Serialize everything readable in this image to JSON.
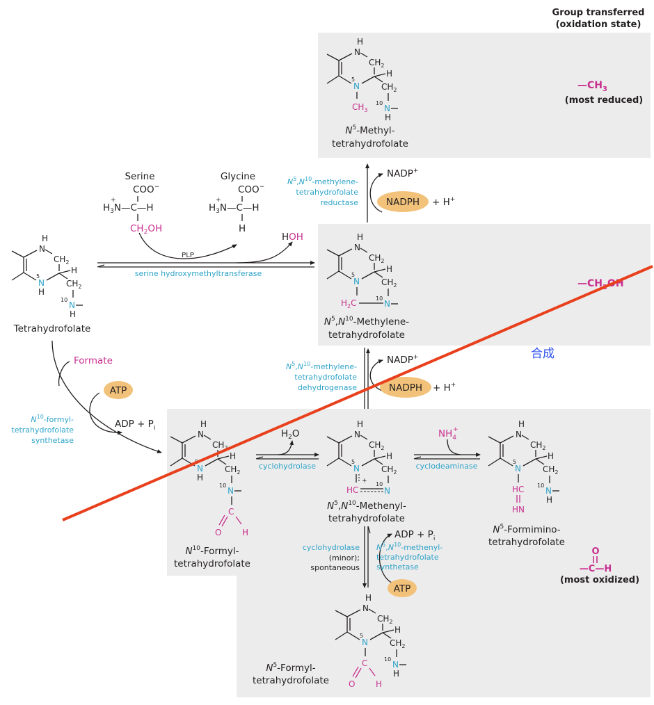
{
  "header": {
    "column_title_line1": "Group transferred",
    "column_title_line2": "(oxidation state)"
  },
  "groups": {
    "methyl": {
      "formula": "—CH3",
      "formula_main": "—CH",
      "formula_sub": "3",
      "state": "(most reduced)"
    },
    "hydroxymethyl": {
      "formula_main": "—CH",
      "formula_sub": "2",
      "formula_tail": "OH"
    },
    "formyl": {
      "o": "O",
      "c": "—C—H",
      "state": "(most oxidized)"
    }
  },
  "compounds": {
    "thf": {
      "name": "Tetrahydrofolate"
    },
    "methyl_thf": {
      "prefix": "N",
      "sup": "5",
      "name1": "-Methyl-",
      "name2": "tetrahydrofolate"
    },
    "methylene_thf": {
      "prefix1": "N",
      "sup1": "5",
      "prefix2": ",N",
      "sup2": "10",
      "name1": "-Methylene-",
      "name2": "tetrahydrofolate"
    },
    "methenyl_thf": {
      "prefix1": "N",
      "sup1": "5",
      "prefix2": ",N",
      "sup2": "10",
      "name1": "-Methenyl-",
      "name2": "tetrahydrofolate"
    },
    "formyl10_thf": {
      "prefix": "N",
      "sup": "10",
      "name1": "-Formyl-",
      "name2": "tetrahydrofolate"
    },
    "formimino_thf": {
      "prefix": "N",
      "sup": "5",
      "name1": "-Formimino-",
      "name2": "tetrahydrofolate"
    },
    "formyl5_thf": {
      "prefix": "N",
      "sup": "5",
      "name1": "-Formyl-",
      "name2": "tetrahydrofolate"
    }
  },
  "reactants": {
    "serine": "Serine",
    "glycine": "Glycine",
    "coo": "COO",
    "hoh_h": "H",
    "hoh_oh": "OH",
    "plp": "PLP",
    "formate": "Formate",
    "atp": "ATP",
    "adp_pi": "ADP + P",
    "pi_sub": "i",
    "nadp": "NADP",
    "nadph": "NADPH",
    "h_plus": "+ H",
    "h2o": "H2O",
    "nh4": "NH",
    "nh4_sub": "4",
    "plus": "+"
  },
  "enzymes": {
    "shmt": "serine hydroxymethyltransferase",
    "reductase": {
      "line1_suffix": "-methylene-",
      "line2": "tetrahydrofolate",
      "line3": "reductase"
    },
    "dehydrogenase": {
      "line1_suffix": "-methylene-",
      "line2": "tetrahydrofolate",
      "line3": "dehydrogenase"
    },
    "formyl_synthetase": {
      "line1_suffix": "-formyl-",
      "line2": "tetrahydrofolate",
      "line3": "synthetase"
    },
    "cyclohydrolase": "cyclohydrolase",
    "cyclodeaminase": "cyclodeaminase",
    "cyclohydrolase_minor": {
      "line1": "cyclohydrolase",
      "line2": "(minor);",
      "line3": "spontaneous"
    },
    "methenyl_synthetase": {
      "line1_suffix": "-methenyl-",
      "line2": "tetrahydrofolate",
      "line3": "synthetase"
    }
  },
  "annotation": {
    "handwritten_label": "合成"
  },
  "colors": {
    "transferred_group": "#c8308e",
    "enzyme_text": "#2ea3c8",
    "cofactor_pill": "#f2c27a",
    "panel_bg": "#ececec",
    "strike_line": "#e8401c",
    "annotation_text": "#2a4ff0"
  }
}
